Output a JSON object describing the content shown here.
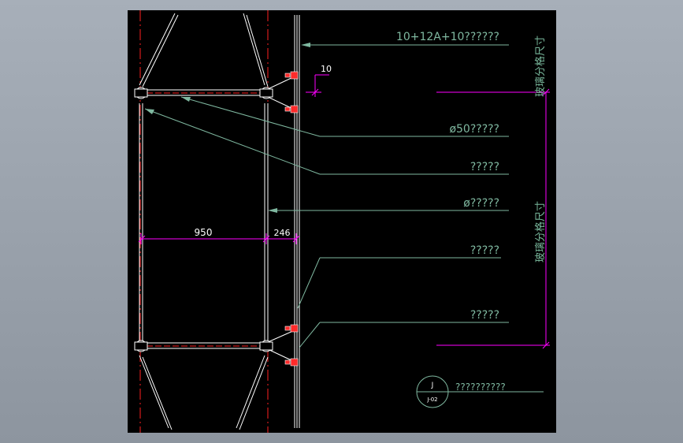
{
  "drawing": {
    "callouts": {
      "glass": "10+12A+10??????",
      "tube50": "ø50?????",
      "label3": "?????",
      "rod": "ø?????",
      "label5": "?????",
      "label6": "?????",
      "detail": "??????????"
    },
    "dimensions": {
      "gap_top": "10",
      "span_main": "950",
      "span_side": "246"
    },
    "side_note": "玻璃分格尺寸",
    "detail_symbol": {
      "top": "J",
      "bottom": "J-02"
    },
    "colors": {
      "background": "#000000",
      "leader": "#7fb8a0",
      "dimension": "#ff00ff",
      "centerline": "#ff2020",
      "structure": "#ffffff"
    }
  }
}
